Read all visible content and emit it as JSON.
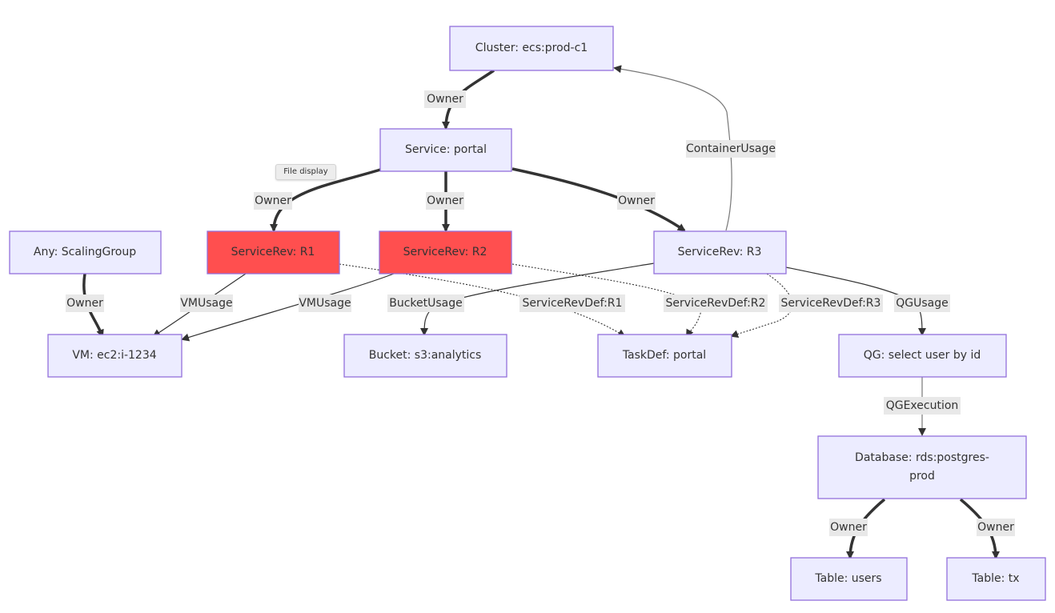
{
  "nodes": {
    "cluster": "Cluster: ecs:prod-c1",
    "service": "Service: portal",
    "scaling_group": "Any: ScalingGroup",
    "rev_r1": "ServiceRev: R1",
    "rev_r2": "ServiceRev: R2",
    "rev_r3": "ServiceRev: R3",
    "vm": "VM: ec2:i-1234",
    "bucket": "Bucket: s3:analytics",
    "taskdef": "TaskDef: portal",
    "qg": "QG: select user by id",
    "database_line1": "Database: rds:postgres-",
    "database_line2": "prod",
    "table_users": "Table: users",
    "table_tx": "Table: tx"
  },
  "edges": {
    "cluster_service": "Owner",
    "service_r1": "Owner",
    "service_r2": "Owner",
    "service_r3": "Owner",
    "r3_cluster": "ContainerUsage",
    "scaling_vm": "Owner",
    "r1_vm": "VMUsage",
    "r2_vm": "VMUsage",
    "r3_bucket": "BucketUsage",
    "r1_taskdef": "ServiceRevDef:R1",
    "r2_taskdef": "ServiceRevDef:R2",
    "r3_taskdef": "ServiceRevDef:R3",
    "r3_qg": "QGUsage",
    "qg_db": "QGExecution",
    "db_users": "Owner",
    "db_tx": "Owner"
  },
  "tooltip": "File display",
  "colors": {
    "node_fill": "#ECECFF",
    "node_stroke": "#9370DB",
    "highlight_fill": "#FF4F4F",
    "edge": "#333333",
    "label_bg": "#E8E8E8"
  }
}
